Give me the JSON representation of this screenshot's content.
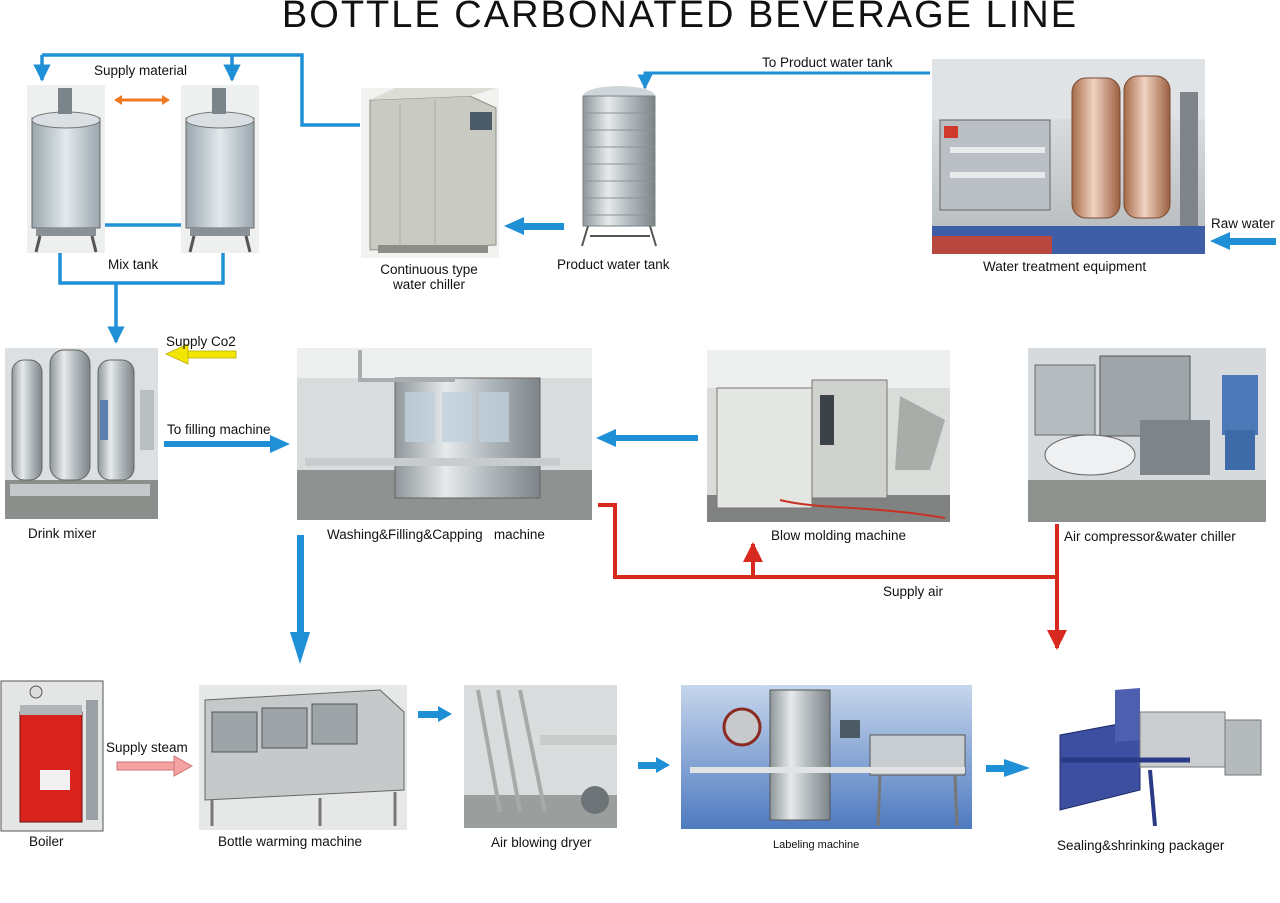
{
  "title": "BOTTLE CARBONATED BEVERAGE LINE",
  "labels": {
    "supply_material": "Supply material",
    "mix_tank": "Mix tank",
    "chiller_line1": "Continuous type",
    "chiller_line2": "water chiller",
    "product_water_tank": "Product water tank",
    "to_product_water_tank": "To Product water tank",
    "water_treatment": "Water treatment equipment",
    "raw_water": "Raw water",
    "supply_co2": "Supply Co2",
    "to_filling_machine": "To filling machine",
    "drink_mixer": "Drink mixer",
    "washing_filling_capping": "Washing&Filling&Capping   machine",
    "blow_molding": "Blow molding machine",
    "air_compressor": "Air compressor&water chiller",
    "supply_air": "Supply air",
    "supply_steam": "Supply steam",
    "boiler": "Boiler",
    "bottle_warming": "Bottle warming machine",
    "air_blowing_dryer": "Air blowing dryer",
    "labeling_machine": "Labeling machine",
    "sealing_shrinking": "Sealing&shrinking packager"
  },
  "colors": {
    "flow_blue": "#1f8fd6",
    "air_red": "#d8291e",
    "co2_yellow": "#f2e600",
    "steam_pink": "#f4a2a2",
    "material_orange": "#f07a20"
  }
}
